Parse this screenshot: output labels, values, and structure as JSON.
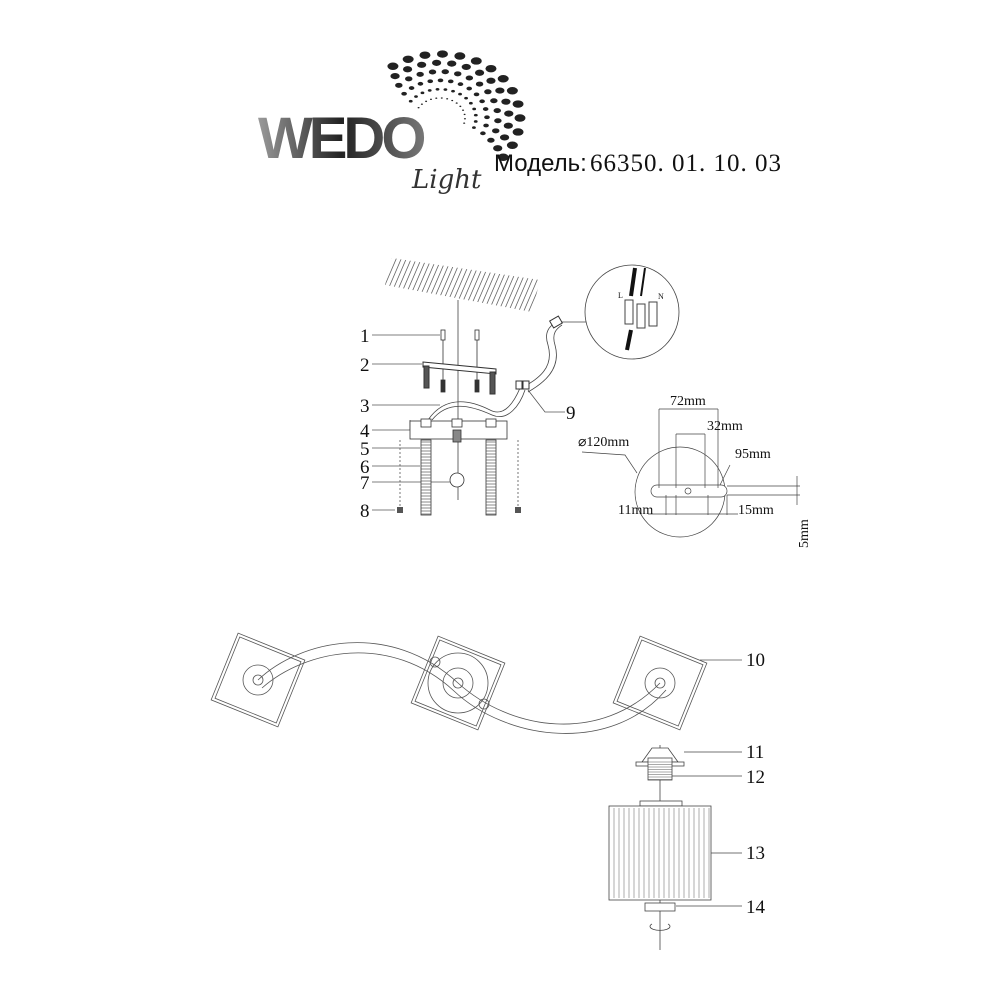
{
  "header": {
    "logo_text": "WEDO",
    "logo_script": "Light",
    "model_label": "Модель:",
    "model_number": "66350. 01. 10. 03"
  },
  "callouts": [
    "1",
    "2",
    "3",
    "4",
    "5",
    "6",
    "7",
    "8",
    "9",
    "10",
    "11",
    "12",
    "13",
    "14"
  ],
  "wiring": {
    "live": "L",
    "neutral": "N"
  },
  "dimensions": {
    "width_72": "72mm",
    "width_32": "32mm",
    "diameter": "⌀120mm",
    "width_95": "95mm",
    "offset_11": "11mm",
    "offset_15": "15mm",
    "thickness_5": "5mm"
  }
}
